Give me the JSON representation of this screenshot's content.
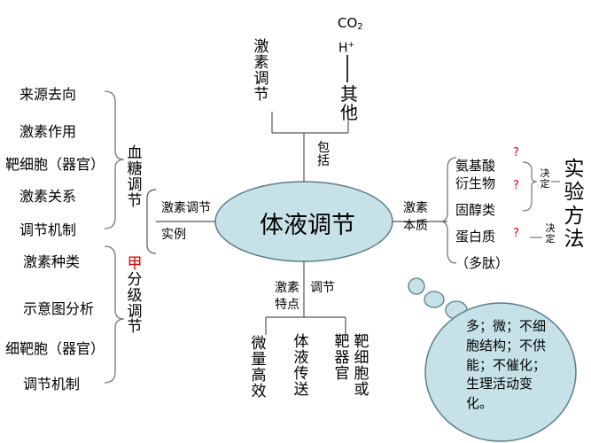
{
  "center": {
    "label": "体液调节"
  },
  "top": {
    "branch_label": "包括",
    "hormone_regulation": "激素调节",
    "other": "其他",
    "co2": "CO",
    "co2_sub": "2",
    "h": "H",
    "h_sup": "+"
  },
  "left": {
    "group_label_a": "激素调节",
    "group_label_b": "实例",
    "blood_sugar": {
      "title": "血糖调节",
      "items": [
        "来源去向",
        "激素作用",
        "靶细胞（器官）",
        "激素关系",
        "调节机制"
      ]
    },
    "hierarchical": {
      "title_prefix": "甲",
      "title_rest": "分级调节",
      "items": [
        "激素种类",
        "示意图分析",
        "细靶胞（器官）",
        "调节机制"
      ]
    }
  },
  "right": {
    "branch_label_a": "激素",
    "branch_label_b": "本质",
    "items": [
      "氨基酸",
      "衍生物",
      "固醇类",
      "蛋白质",
      "（多肽）"
    ],
    "question_mark": "?",
    "decide": "决定",
    "experiment_method": "实验方法"
  },
  "bottom": {
    "branch_label_a": "激素",
    "branch_label_b": "调节",
    "branch_label_c": "特点",
    "features": [
      "微量高效",
      "体液传送",
      "靶器官",
      "靶细胞或"
    ]
  },
  "bubble": {
    "text": "多；微；不细胞结构；不供能；不催化；生理活动变化。"
  },
  "colors": {
    "ellipse_fill": "#c6e2e8",
    "bubble_fill": "#c6e2e8",
    "accent_red": "#e00000"
  }
}
